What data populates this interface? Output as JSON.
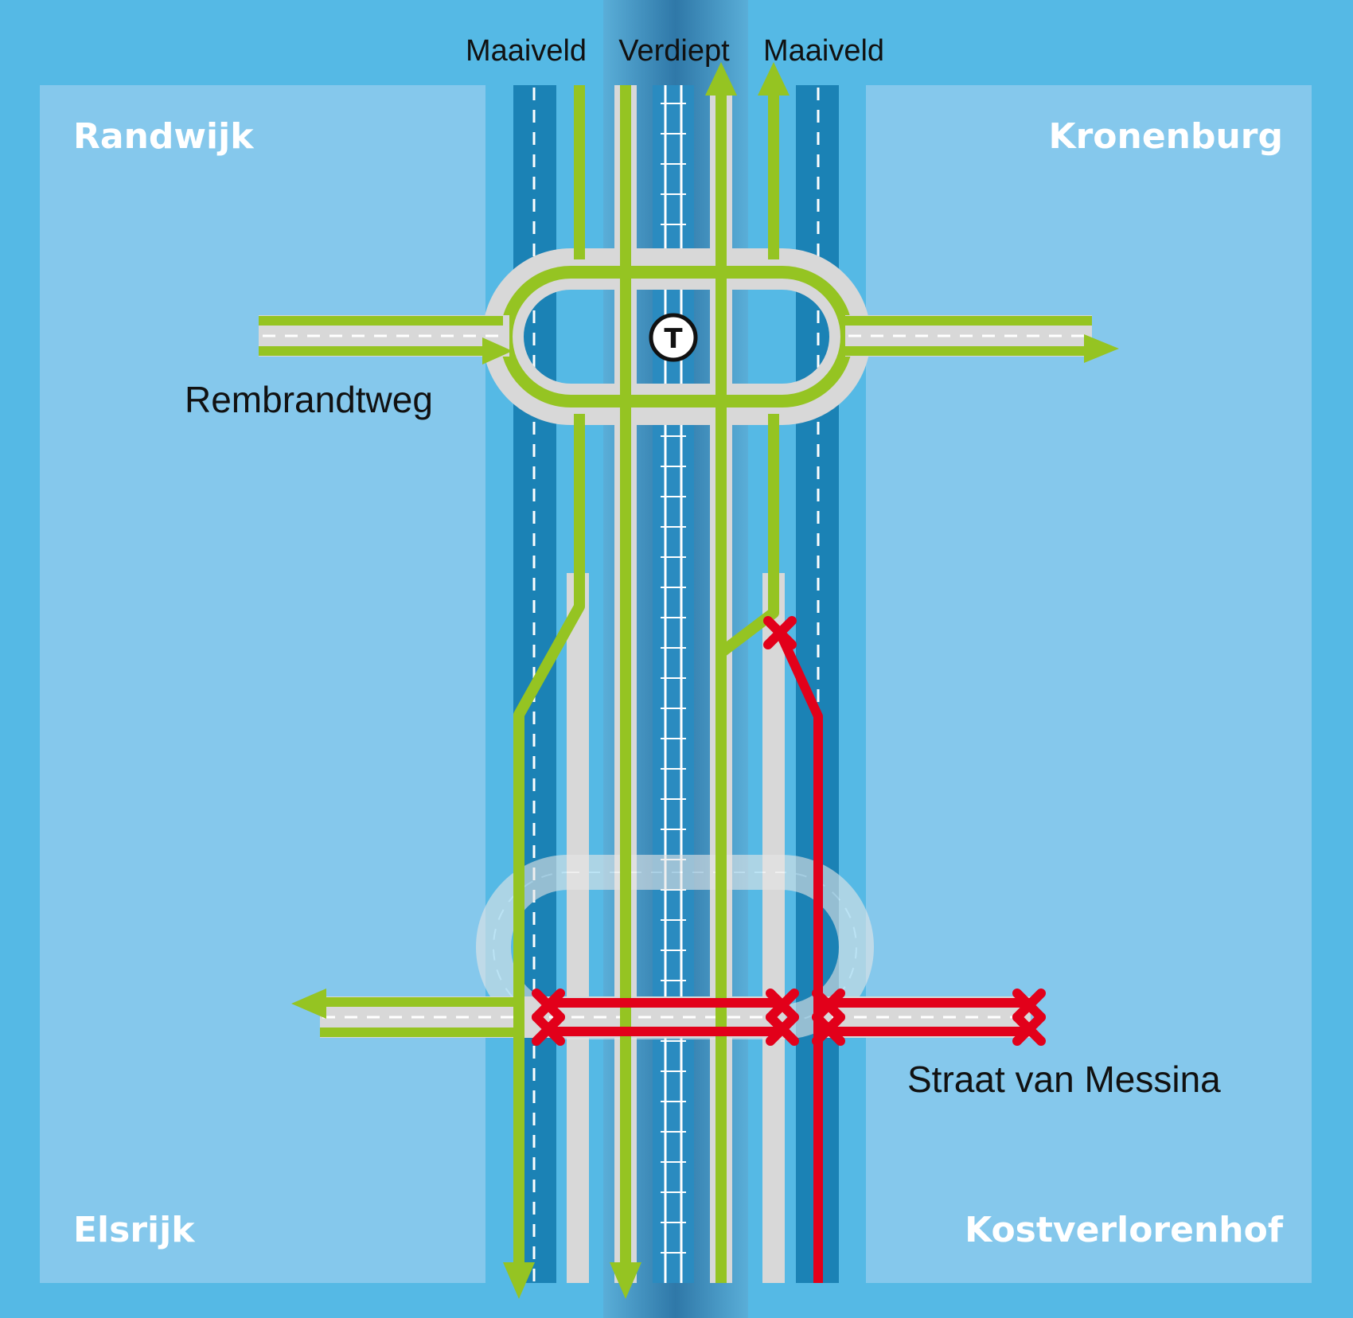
{
  "columns": {
    "left": "Maaiveld",
    "center": "Verdiept",
    "right": "Maaiveld"
  },
  "districts": {
    "top_left": "Randwijk",
    "top_right": "Kronenburg",
    "bottom_left": "Elsrijk",
    "bottom_right": "Kostverlorenhof"
  },
  "roads": {
    "north": "Rembrandtweg",
    "south": "Straat van Messina"
  },
  "tram_stop": {
    "letter": "T"
  },
  "legend_colors": {
    "background": "#55b9e5",
    "district_area": "#85c8ec",
    "canal": "#1b82b5",
    "road": "#d8d8d8",
    "open_route": "#95c422",
    "closed_route": "#e2001a"
  },
  "icons": {
    "closed_marker": "x-mark-icon",
    "direction": "arrow-icon",
    "tram": "tram-stop-icon"
  }
}
